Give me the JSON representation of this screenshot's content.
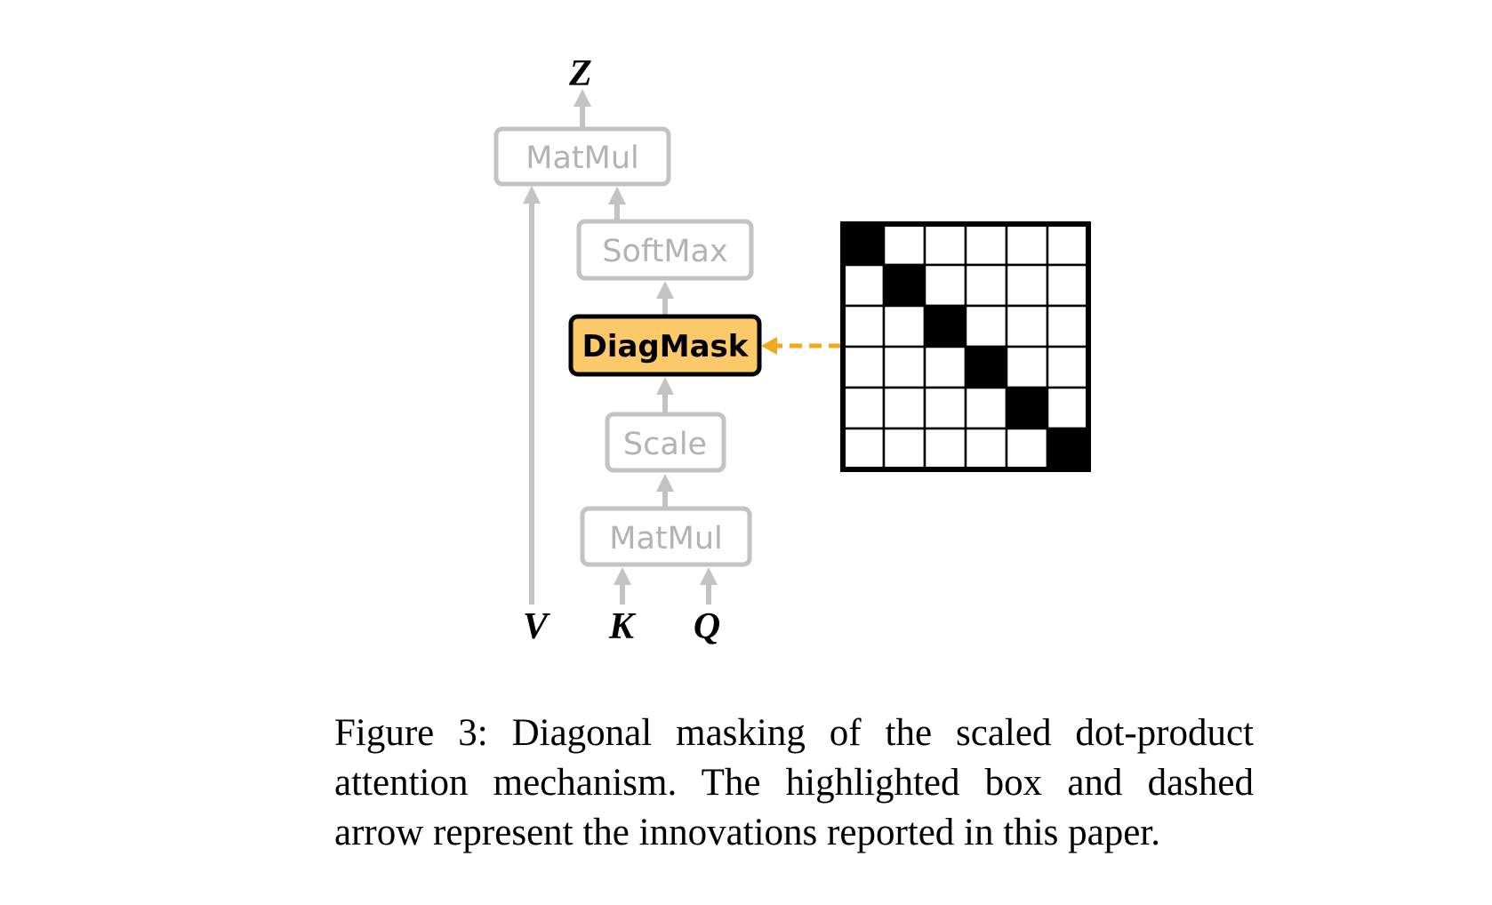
{
  "diagram": {
    "outputs": {
      "z": "Z"
    },
    "inputs": {
      "v": "V",
      "k": "K",
      "q": "Q"
    },
    "boxes": {
      "matmul_top": "MatMul",
      "softmax": "SoftMax",
      "diagmask": "DiagMask",
      "scale": "Scale",
      "matmul_bottom": "MatMul"
    },
    "mask_matrix": {
      "size": 6,
      "filled_cells": [
        [
          0,
          0
        ],
        [
          1,
          1
        ],
        [
          2,
          2
        ],
        [
          3,
          3
        ],
        [
          4,
          4
        ],
        [
          5,
          5
        ]
      ]
    },
    "colors": {
      "box_stroke": "#c3c3c3",
      "box_text": "#b3b3b3",
      "highlight_fill": "#fcc96a",
      "highlight_stroke": "#000000",
      "dashed_arrow": "#f2a81d",
      "mask_filled": "#000000",
      "mask_empty": "#ffffff"
    }
  },
  "caption": {
    "text": "Figure 3: Diagonal masking of the scaled dot-product attention mechanism. The highlighted box and dashed arrow represent the innovations reported in this paper."
  }
}
